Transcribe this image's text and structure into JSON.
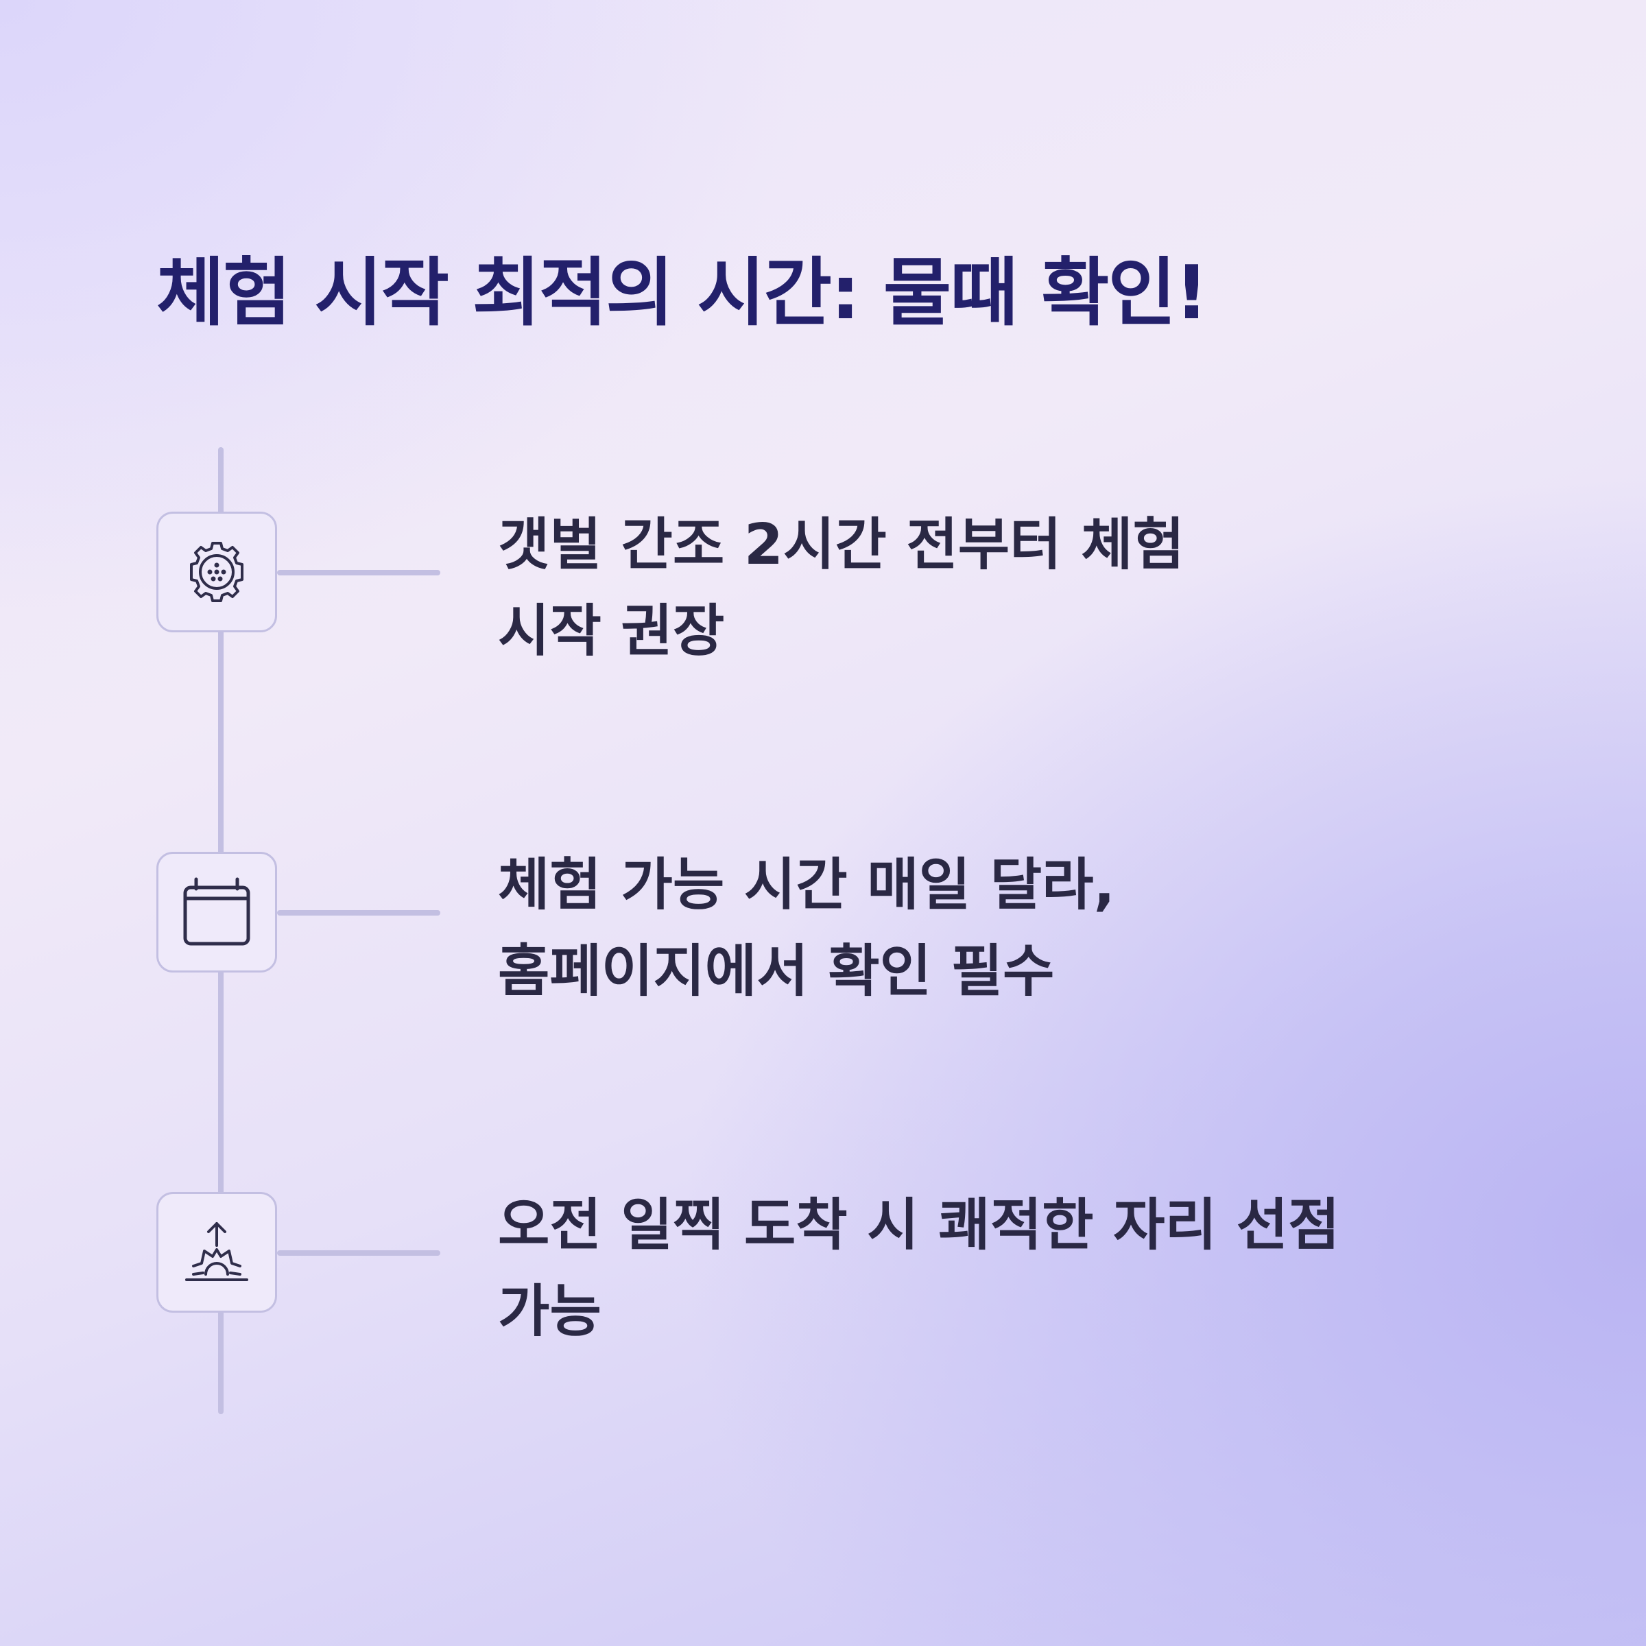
{
  "title": "체험 시작 최적의 시간: 물때 확인!",
  "colors": {
    "title": "#23206b",
    "body_text": "#2a2844",
    "line": "#c3bfe2",
    "icon_stroke": "#2f2d4a"
  },
  "items": [
    {
      "icon": "gear-icon",
      "text": "갯벌 간조 2시간 전부터 체험\n시작 권장"
    },
    {
      "icon": "calendar-icon",
      "text": "체험 가능 시간 매일 달라,\n홈페이지에서 확인 필수"
    },
    {
      "icon": "sunrise-icon",
      "text": "오전 일찍 도착 시 쾌적한 자리 선점\n가능"
    }
  ]
}
